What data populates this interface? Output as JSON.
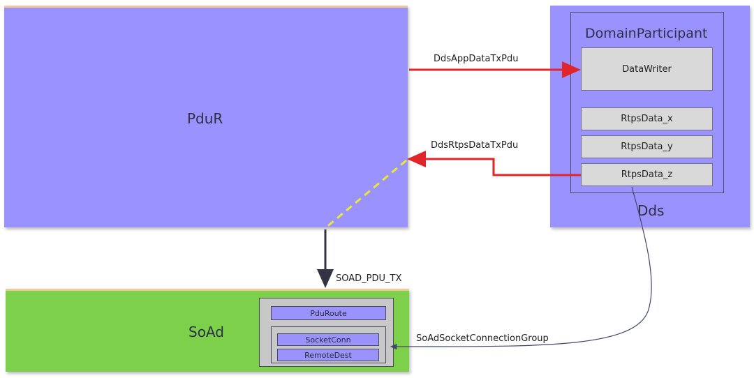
{
  "pdur": {
    "label": "PduR"
  },
  "soad": {
    "label": "SoAd",
    "pdu_route": "PduRoute",
    "socket_conn": "SocketConn",
    "remote_dest": "RemoteDest"
  },
  "dds": {
    "label": "Dds",
    "domain_participant": "DomainParticipant",
    "data_writer": "DataWriter",
    "rtps_items": [
      "RtpsData_x",
      "RtpsData_y",
      "RtpsData_z"
    ]
  },
  "edges": {
    "app_data_tx": "DdsAppDataTxPdu",
    "rtps_data_tx": "DdsRtpsDataTxPdu",
    "soad_pdu_tx": "SOAD_PDU_TX",
    "socket_connection_group": "SoAdSocketConnectionGroup"
  },
  "colors": {
    "module_blue": "#9a93ff",
    "module_green": "#7dd14a",
    "arrow_red": "#e0262a",
    "dashed_yellow": "#e8e83a",
    "arrow_dark": "#333344"
  }
}
